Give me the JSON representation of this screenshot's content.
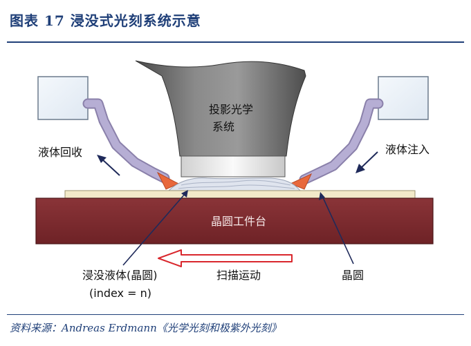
{
  "figure": {
    "title": "图表 17   浸没式光刻系统示意",
    "source": "资料来源：Andreas Erdmann《光学光刻和极紫外光刻》"
  },
  "diagram": {
    "lens_label_line1": "投影光学",
    "lens_label_line2": "系统",
    "stage_label": "晶圆工件台",
    "liquid_recovery_label": "液体回收",
    "liquid_injection_label": "液体注入",
    "immersion_liquid_label": "浸没液体(晶圆)",
    "index_label": "(index = n)",
    "scan_motion_label": "扫描运动",
    "wafer_label": "晶圆"
  },
  "colors": {
    "title_blue": "#1f3f78",
    "stage_red": "#7a2a2e",
    "lens_gray": "#6e6e6e",
    "hose_purple": "#a9a0c8",
    "nozzle_orange": "#e8683c",
    "arrow_red": "#d9262c"
  }
}
